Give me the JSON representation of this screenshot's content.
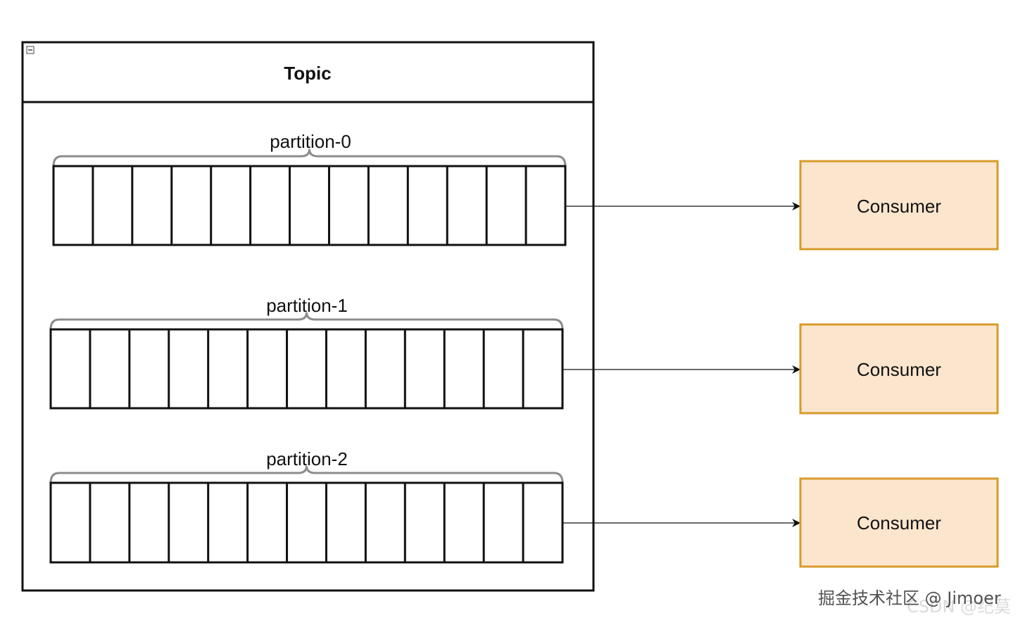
{
  "topic": {
    "title": "Topic",
    "collapse_icon": "minus-box-icon"
  },
  "partitions": [
    {
      "label": "partition-0",
      "segment_count": 13
    },
    {
      "label": "partition-1",
      "segment_count": 13
    },
    {
      "label": "partition-2",
      "segment_count": 13
    }
  ],
  "consumers": [
    {
      "label": "Consumer"
    },
    {
      "label": "Consumer"
    },
    {
      "label": "Consumer"
    }
  ],
  "watermark": {
    "primary": "掘金技术社区 @ Jimoer",
    "secondary": "CSDN @纪莫"
  },
  "colors": {
    "consumer_fill": "#fce5cd",
    "consumer_border": "#d79b2a",
    "brace": "#8c8c8c",
    "stroke": "#111111"
  }
}
